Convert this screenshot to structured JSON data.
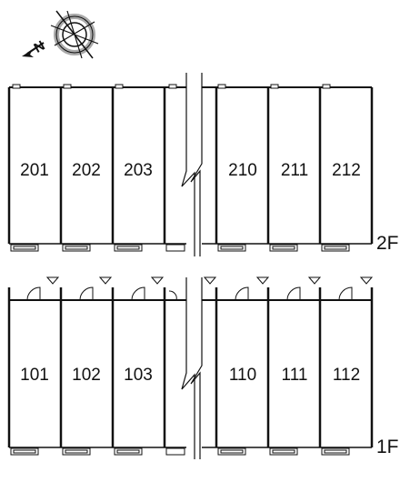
{
  "compass": {
    "north_label": "N",
    "icon": "compass-icon"
  },
  "floors": [
    {
      "id": "2F",
      "label": "2F",
      "rooms_left": [
        "201",
        "202",
        "203"
      ],
      "rooms_right": [
        "210",
        "211",
        "212"
      ]
    },
    {
      "id": "1F",
      "label": "1F",
      "rooms_left": [
        "101",
        "102",
        "103"
      ],
      "rooms_right": [
        "110",
        "111",
        "112"
      ]
    }
  ],
  "colors": {
    "line": "#111111",
    "hatch": "#888888",
    "compass_ring": "#aaaaaa"
  }
}
